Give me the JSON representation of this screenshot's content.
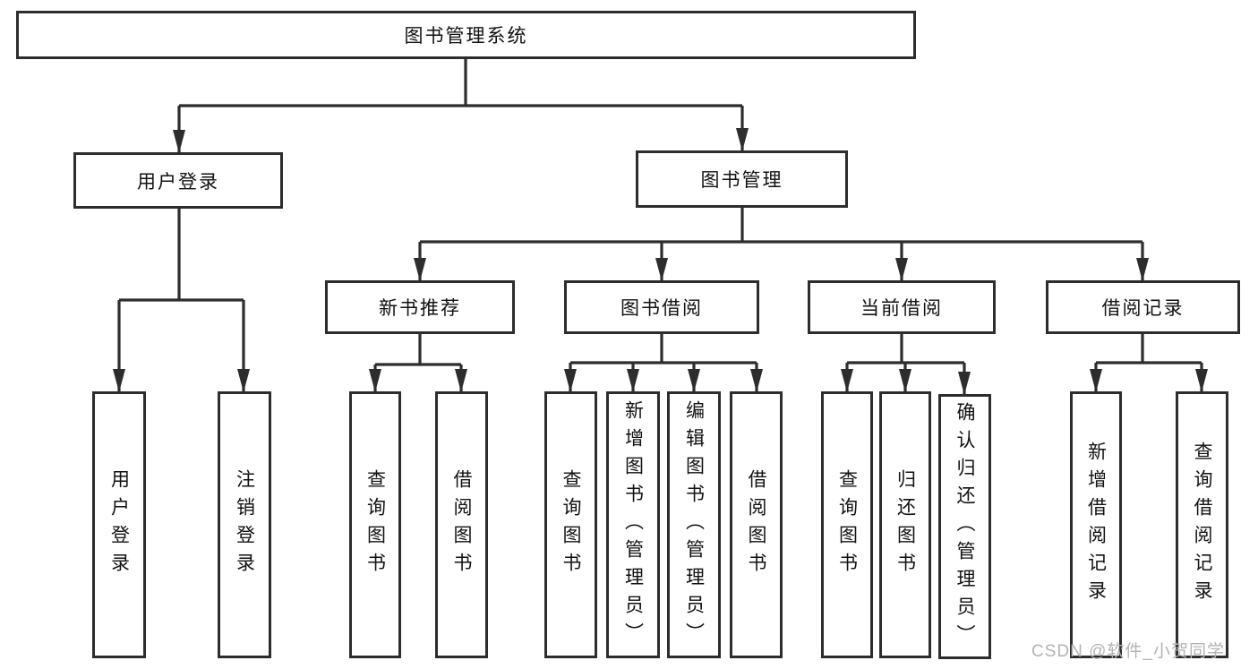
{
  "tree": {
    "root": {
      "label": "图书管理系统"
    },
    "branches": [
      {
        "label": "用户登录",
        "leaves": [
          {
            "label": "用户登录"
          },
          {
            "label": "注销登录"
          }
        ]
      },
      {
        "label": "图书管理",
        "groups": [
          {
            "label": "新书推荐",
            "leaves": [
              {
                "label": "查询图书"
              },
              {
                "label": "借阅图书"
              }
            ]
          },
          {
            "label": "图书借阅",
            "leaves": [
              {
                "label": "查询图书"
              },
              {
                "label": "新增图书（管理员）"
              },
              {
                "label": "编辑图书（管理员）"
              },
              {
                "label": "借阅图书"
              }
            ]
          },
          {
            "label": "当前借阅",
            "leaves": [
              {
                "label": "查询图书"
              },
              {
                "label": "归还图书"
              },
              {
                "label": "确认归还（管理员）"
              }
            ]
          },
          {
            "label": "借阅记录",
            "leaves": [
              {
                "label": "新增借阅记录"
              },
              {
                "label": "查询借阅记录"
              }
            ]
          }
        ]
      }
    ]
  },
  "watermark": {
    "text": "CSDN @软件_小贺同学"
  },
  "colors": {
    "line": "#2d2d2d",
    "box_border": "#2d2d2d",
    "text": "#111111",
    "watermark": "#b3b3b3",
    "background": "#ffffff"
  }
}
